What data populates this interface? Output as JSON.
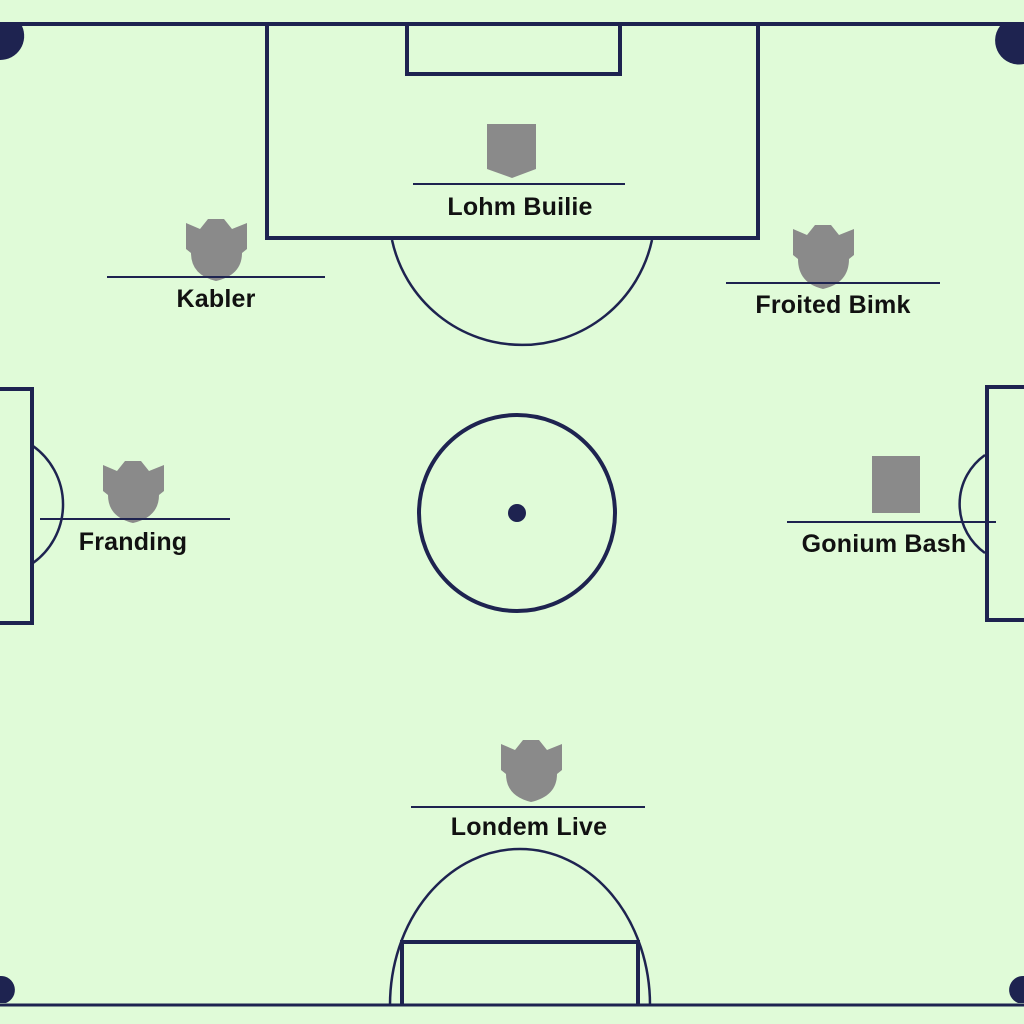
{
  "colors": {
    "pitch": "#e0fbd8",
    "lines": "#1e2350",
    "player_icon": "#8a8a8a",
    "text": "#111111"
  },
  "players": [
    {
      "id": "lohm-builie",
      "name": "Lohm Builie",
      "icon": "shield-icon"
    },
    {
      "id": "kabler",
      "name": "Kabler",
      "icon": "jersey-icon"
    },
    {
      "id": "froited-bimk",
      "name": "Froited Bimk",
      "icon": "jersey-icon"
    },
    {
      "id": "franding",
      "name": "Franding",
      "icon": "jersey-icon"
    },
    {
      "id": "gonium-bash",
      "name": "Gonium Bash",
      "icon": "square-icon"
    },
    {
      "id": "londem-live",
      "name": "Londem Live",
      "icon": "jersey-icon"
    }
  ]
}
